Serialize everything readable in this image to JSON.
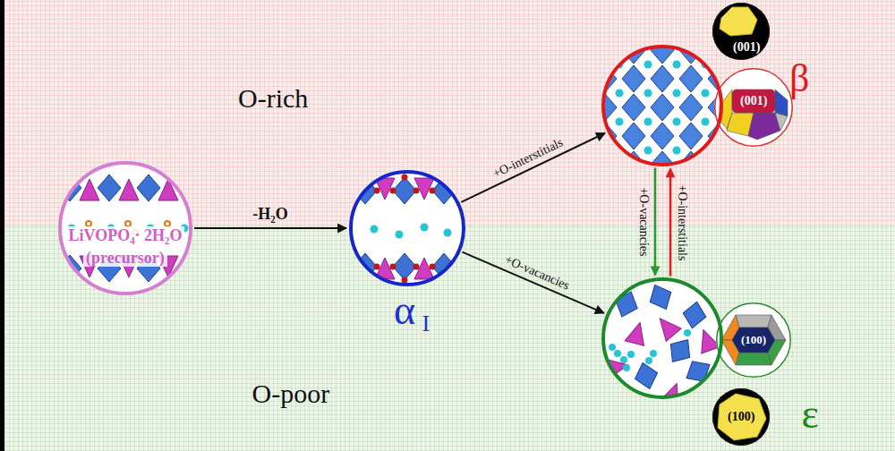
{
  "diagram": {
    "nodes": [
      {
        "text": [
          "LiVOPO₄· 2H₂O",
          "(precursor)"
        ]
      },
      {
        "text": [
          "α",
          "I"
        ]
      },
      {
        "text": [
          "β"
        ]
      },
      {
        "text": [
          "(001)"
        ]
      },
      {
        "text": [
          "(001)"
        ]
      },
      {
        "text": [
          "ε"
        ]
      },
      {
        "text": [
          "(100)"
        ]
      },
      {
        "text": [
          "(100)"
        ]
      }
    ],
    "edges": [
      {
        "from": 0,
        "to": 1,
        "label": "-H₂O",
        "arrow": "to"
      },
      {
        "from": 1,
        "to": 2,
        "label": "+O-interstitials",
        "arrow": "to"
      },
      {
        "from": 1,
        "to": 5,
        "label": "+O-vacancies",
        "arrow": "to"
      },
      {
        "from": 2,
        "to": 5,
        "label": "+O-vacancies",
        "arrow": "to"
      },
      {
        "from": 5,
        "to": 2,
        "label": "+O-interstitials",
        "arrow": "to"
      }
    ],
    "labels": [
      "O-rich",
      "O-poor"
    ]
  }
}
